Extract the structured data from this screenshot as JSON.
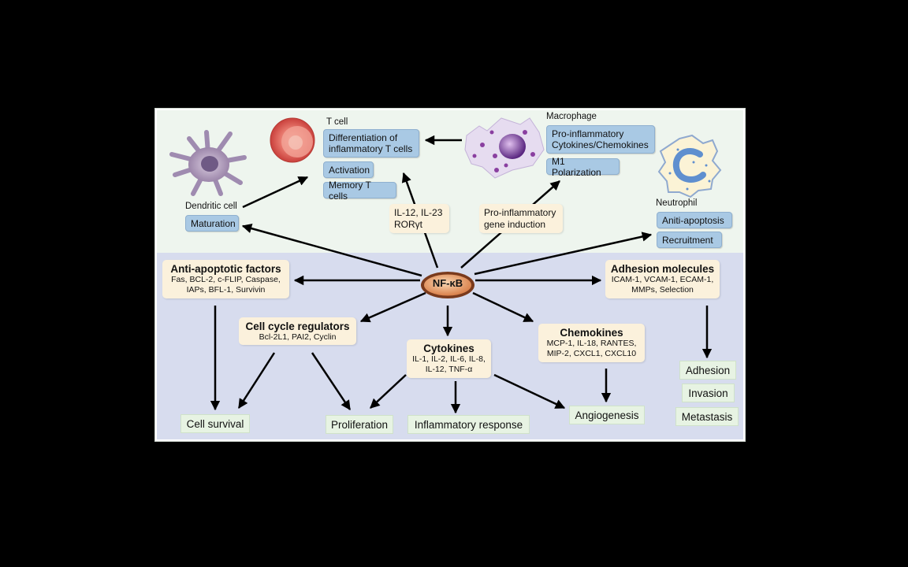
{
  "tcell": {
    "title": "T cell",
    "differentiation": "Differentiation of inflammatory T cells",
    "activation": "Activation",
    "memory": "Memory T cells"
  },
  "macrophage": {
    "title": "Macrophage",
    "proinflammatory": "Pro-inflammatory Cytokines/Chemokines",
    "polarization": "M1 Polarization"
  },
  "dendritic": {
    "title": "Dendritic cell",
    "maturation": "Maturation"
  },
  "neutrophil": {
    "title": "Neutrophil",
    "antiapoptosis": "Aniti-apoptosis",
    "recruitment": "Recruitment"
  },
  "center": {
    "label": "NF-κB"
  },
  "signals": {
    "il12": "IL-12, IL-23",
    "ror": "RORγt",
    "gene_induction": "Pro-inflammatory gene induction"
  },
  "anti_apoptotic": {
    "title": "Anti-apoptotic factors",
    "line1": "Fas, BCL-2, c-FLIP, Caspase,",
    "line2": "IAPs, BFL-1, Survivin"
  },
  "adhesion_molecules": {
    "title": "Adhesion molecules",
    "line1": "ICAM-1, VCAM-1, ECAM-1,",
    "line2": "MMPs, Selection"
  },
  "cell_cycle": {
    "title": "Cell cycle regulators",
    "line1": "Bcl-2L1, PAI2, Cyclin"
  },
  "cytokines": {
    "title": "Cytokines",
    "line1": "IL-1, IL-2, IL-6, IL-8,",
    "line2": "IL-12, TNF-α"
  },
  "chemokines": {
    "title": "Chemokines",
    "line1": "MCP-1, IL-18, RANTES,",
    "line2": "MIP-2, CXCL1, CXCL10"
  },
  "outcomes": {
    "cell_survival": "Cell survival",
    "proliferation": "Proliferation",
    "inflammatory_response": "Inflammatory response",
    "angiogenesis": "Angiogenesis",
    "adhesion": "Adhesion",
    "invasion": "Invasion",
    "metastasis": "Metastasis"
  },
  "colors": {
    "upper_panel": "#eef5ee",
    "lower_panel": "#d7dcee",
    "blue_box": "#a9c9e4",
    "cream_box": "#fbf1dc",
    "green_box": "#e7f3e3",
    "nfkb_fill": "#e8a06a"
  }
}
